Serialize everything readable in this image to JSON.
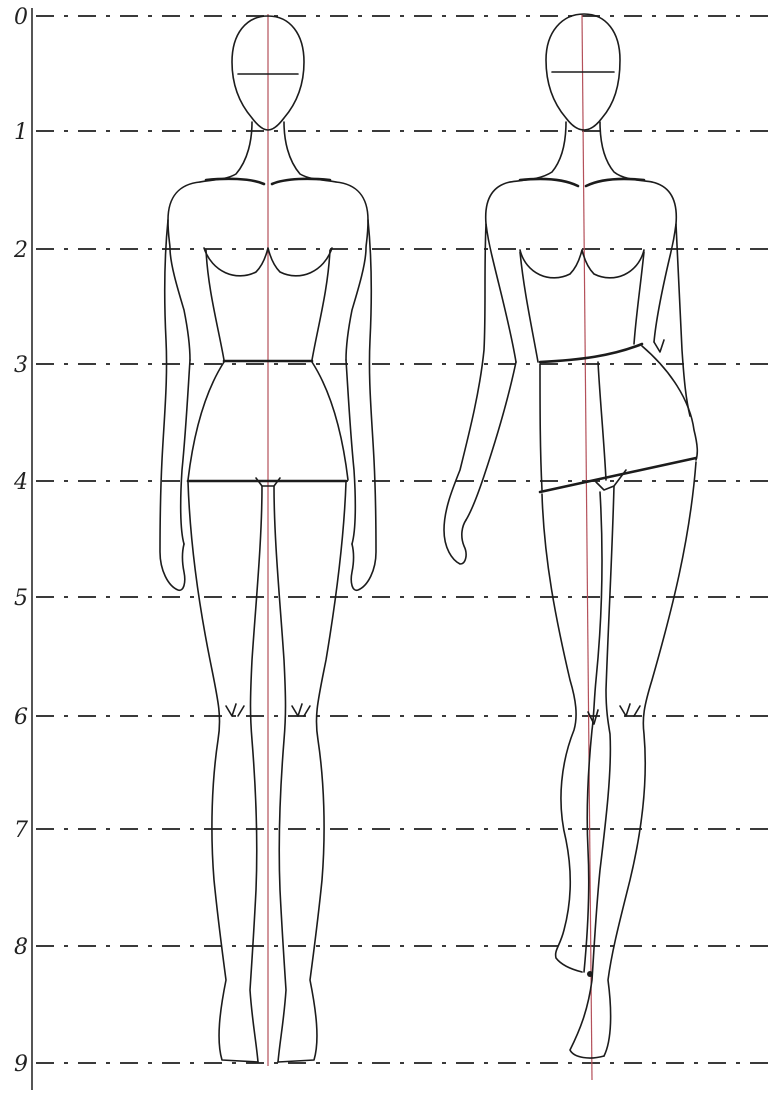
{
  "guide_labels": [
    "0",
    "1",
    "2",
    "3",
    "4",
    "5",
    "6",
    "7",
    "8",
    "9"
  ],
  "colors": {
    "ink": "#1c1c1c",
    "guide": "#3a3a3a",
    "center_axis": "#b4505a",
    "paper": "#ffffff"
  }
}
